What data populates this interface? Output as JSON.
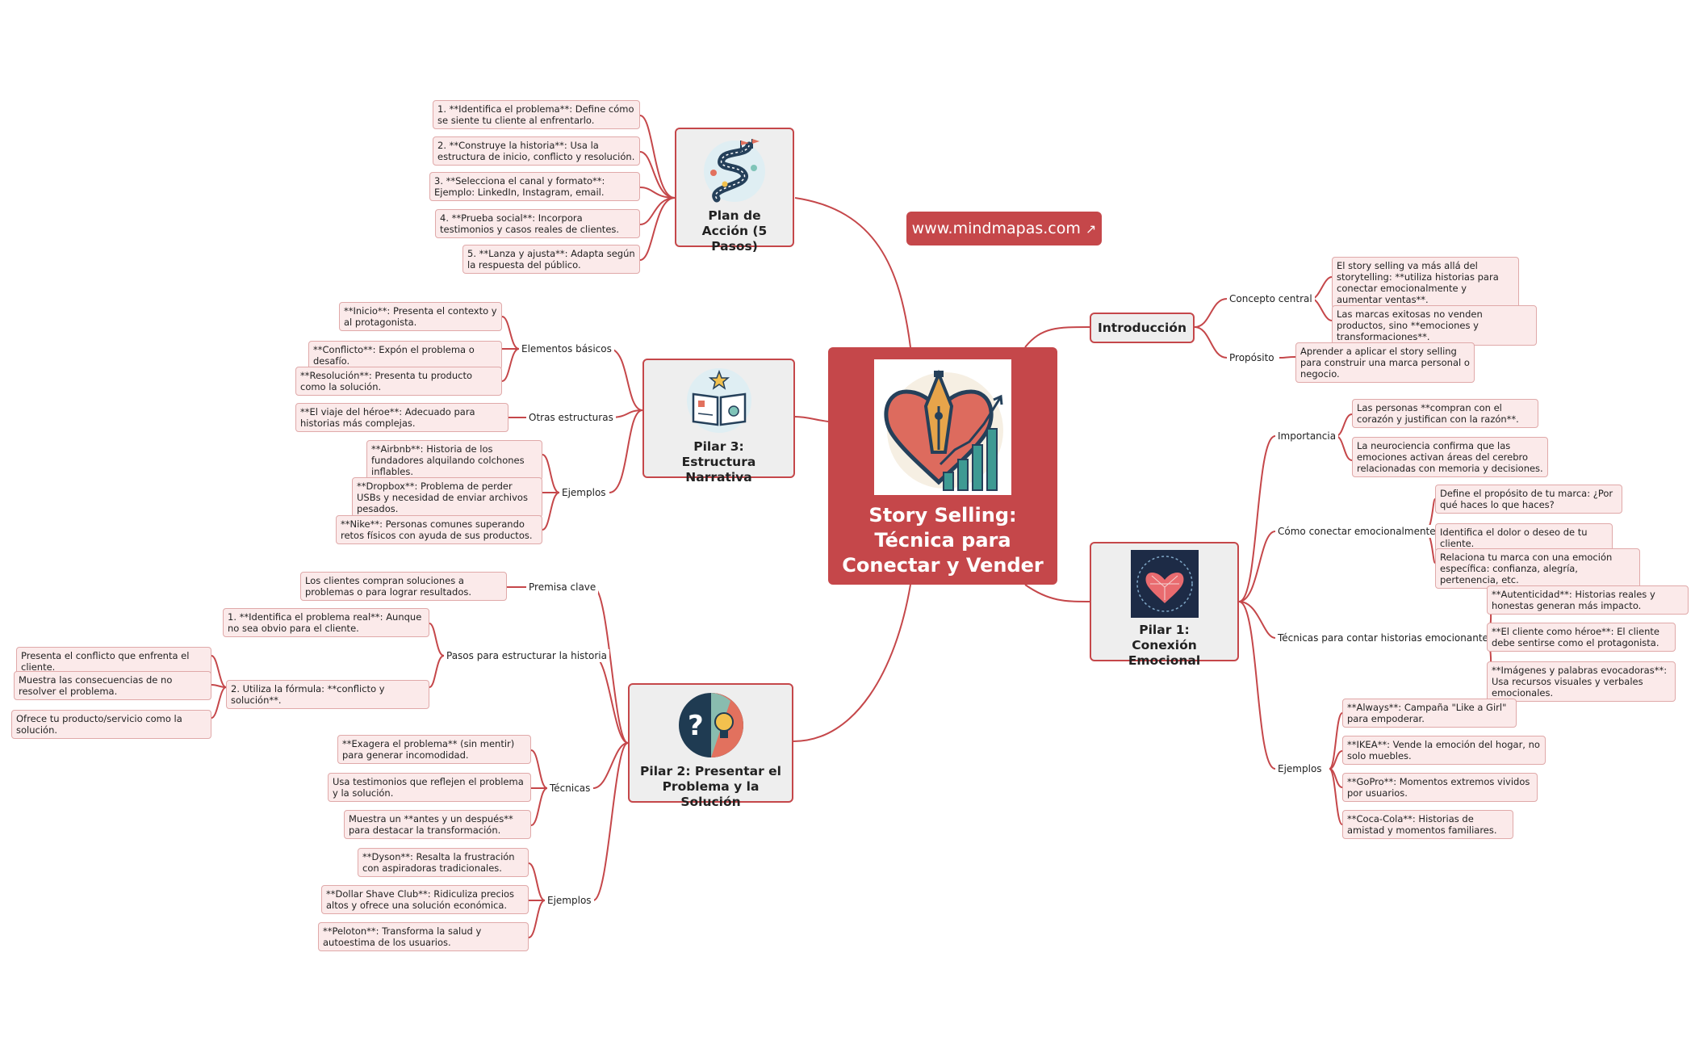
{
  "center": {
    "title": "Story Selling: Técnica para Conectar y Vender",
    "icon": "heart-pen-growth-chart-icon"
  },
  "watermark": {
    "label": "www.mindmapas.com",
    "icon": "external-link-icon"
  },
  "colors": {
    "accent": "#c5474a",
    "leaf_bg": "#fbeaea",
    "leaf_border": "#e0a9a9",
    "topic_bg": "#eeeeee"
  },
  "introduccion": {
    "title": "Introducción",
    "concepto_central": {
      "label": "Concepto central",
      "items": [
        "El story selling va más allá del storytelling: **utiliza historias para conectar emocionalmente y aumentar ventas**.",
        "Las marcas exitosas no venden productos, sino **emociones y transformaciones**."
      ]
    },
    "proposito": {
      "label": "Propósito",
      "items": [
        "Aprender a aplicar el story selling para construir una marca personal o negocio."
      ]
    }
  },
  "pilar1": {
    "title": "Pilar 1: Conexión Emocional",
    "icon": "heart-network-icon",
    "importancia": {
      "label": "Importancia",
      "items": [
        "Las personas **compran con el corazón y justifican con la razón**.",
        "La neurociencia confirma que las emociones activan áreas del cerebro relacionadas con memoria y decisiones."
      ]
    },
    "como_conectar": {
      "label": "Cómo conectar emocionalmente",
      "items": [
        "Define el propósito de tu marca: ¿Por qué haces lo que haces?",
        "Identifica el dolor o deseo de tu cliente.",
        "Relaciona tu marca con una emoción específica: confianza, alegría, pertenencia, etc."
      ]
    },
    "tecnicas": {
      "label": "Técnicas para contar historias emocionantes",
      "items": [
        "**Autenticidad**: Historias reales y honestas generan más impacto.",
        "**El cliente como héroe**: El cliente debe sentirse como el protagonista.",
        "**Imágenes y palabras evocadoras**: Usa recursos visuales y verbales emocionales."
      ]
    },
    "ejemplos": {
      "label": "Ejemplos",
      "items": [
        "**Always**: Campaña \"Like a Girl\" para empoderar.",
        "**IKEA**: Vende la emoción del hogar, no solo muebles.",
        "**GoPro**: Momentos extremos vividos por usuarios.",
        "**Coca-Cola**: Historias de amistad y momentos familiares."
      ]
    }
  },
  "pilar2": {
    "title": "Pilar 2: Presentar el Problema y la Solución",
    "icon": "question-lightbulb-icon",
    "premisa": {
      "label": "Premisa clave",
      "items": [
        "Los clientes compran soluciones a problemas o para lograr resultados."
      ]
    },
    "pasos": {
      "label": "Pasos para estructurar la historia",
      "step1": "1. **Identifica el problema real**: Aunque no sea obvio para el cliente.",
      "step2": "2. Utiliza la fórmula: **conflicto y solución**.",
      "step2_items": [
        "Presenta el conflicto que enfrenta el cliente.",
        "Muestra las consecuencias de no resolver el problema.",
        "Ofrece tu producto/servicio como la solución."
      ]
    },
    "tecnicas": {
      "label": "Técnicas",
      "items": [
        "**Exagera el problema** (sin mentir) para generar incomodidad.",
        "Usa testimonios que reflejen el problema y la solución.",
        "Muestra un **antes y un después** para destacar la transformación."
      ]
    },
    "ejemplos": {
      "label": "Ejemplos",
      "items": [
        "**Dyson**: Resalta la frustración con aspiradoras tradicionales.",
        "**Dollar Shave Club**: Ridiculiza precios altos y ofrece una solución económica.",
        "**Peloton**: Transforma la salud y autoestima de los usuarios."
      ]
    }
  },
  "pilar3": {
    "title": "Pilar 3: Estructura Narrativa",
    "icon": "open-book-icon",
    "elementos": {
      "label": "Elementos básicos",
      "items": [
        "**Inicio**: Presenta el contexto y al protagonista.",
        "**Conflicto**: Expón el problema o desafío.",
        "**Resolución**: Presenta tu producto como la solución."
      ]
    },
    "otras": {
      "label": "Otras estructuras",
      "items": [
        "**El viaje del héroe**: Adecuado para historias más complejas."
      ]
    },
    "ejemplos": {
      "label": "Ejemplos",
      "items": [
        "**Airbnb**: Historia de los fundadores alquilando colchones inflables.",
        "**Dropbox**: Problema de perder USBs y necesidad de enviar archivos pesados.",
        "**Nike**: Personas comunes superando retos físicos con ayuda de sus productos."
      ]
    }
  },
  "plan": {
    "title": "Plan de Acción (5 Pasos)",
    "icon": "winding-road-flags-icon",
    "items": [
      "1. **Identifica el problema**: Define cómo se siente tu cliente al enfrentarlo.",
      "2. **Construye la historia**: Usa la estructura de inicio, conflicto y resolución.",
      "3. **Selecciona el canal y formato**: Ejemplo: LinkedIn, Instagram, email.",
      "4. **Prueba social**: Incorpora testimonios y casos reales de clientes.",
      "5. **Lanza y ajusta**: Adapta según la respuesta del público."
    ]
  }
}
